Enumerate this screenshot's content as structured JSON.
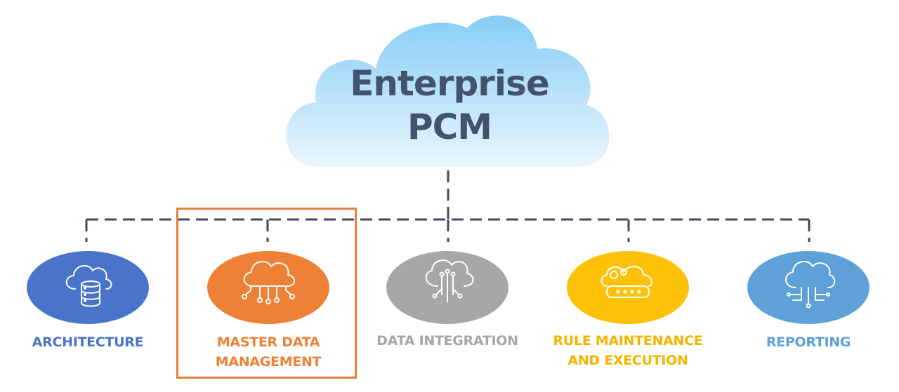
{
  "cloud": {
    "title_line1": "Enterprise",
    "title_line2": "PCM",
    "icon": "cloud-icon"
  },
  "nodes": [
    {
      "id": "architecture",
      "label_line1": "ARCHITECTURE",
      "label_line2": "",
      "color": "#4a74c9",
      "icon": "cloud-database-icon"
    },
    {
      "id": "master-data-management",
      "label_line1": "MASTER DATA",
      "label_line2": "MANAGEMENT",
      "color": "#ee8135",
      "icon": "cloud-network-icon",
      "highlighted": true
    },
    {
      "id": "data-integration",
      "label_line1": "DATA INTEGRATION",
      "label_line2": "",
      "color": "#a7a7a7",
      "icon": "cloud-circuit-icon"
    },
    {
      "id": "rule-maintenance",
      "label_line1": "RULE MAINTENANCE",
      "label_line2": "AND EXECUTION",
      "color": "#ffc107",
      "icon": "cloud-server-icon"
    },
    {
      "id": "reporting",
      "label_line1": "REPORTING",
      "label_line2": "",
      "color": "#5ea0d8",
      "icon": "cloud-connect-icon"
    }
  ],
  "colors": {
    "cloud_top": "#86cdf6",
    "cloud_bottom": "#eaf6fd",
    "connector": "#3f4a5c",
    "title_text": "#43536d",
    "highlight_border": "#e57e3a"
  }
}
